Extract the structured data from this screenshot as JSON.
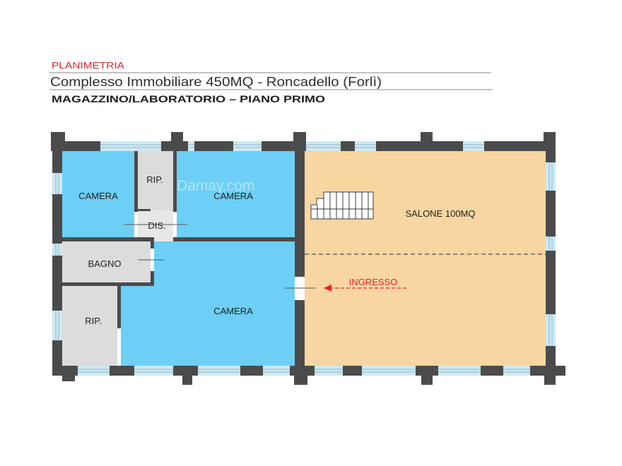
{
  "header": {
    "category": "PLANIMETRIA",
    "title": "Complesso Immobiliare 450MQ - Roncadello (Forlì)",
    "subtitle": "MAGAZZINO/LABORATORIO – PIANO PRIMO"
  },
  "rooms": {
    "camera_top_left": "CAMERA",
    "rip_top": "RIP.",
    "camera_top_right": "CAMERA",
    "dis": "DIS.",
    "bagno": "BAGNO",
    "rip_bottom": "RIP.",
    "camera_bottom": "CAMERA",
    "salone": "SALONE 100MQ"
  },
  "entrance": {
    "label": "INGRESSO"
  },
  "watermark": "Damay.com",
  "colors": {
    "camera": "#6dcff5",
    "salone": "#f8d6a1",
    "service": "#dcdcdc",
    "dis": "#e7e7e7",
    "wall": "#4b4b4b",
    "window": "#cfe8f1",
    "accent": "#e3242b",
    "door_gap": "#ffffff"
  }
}
